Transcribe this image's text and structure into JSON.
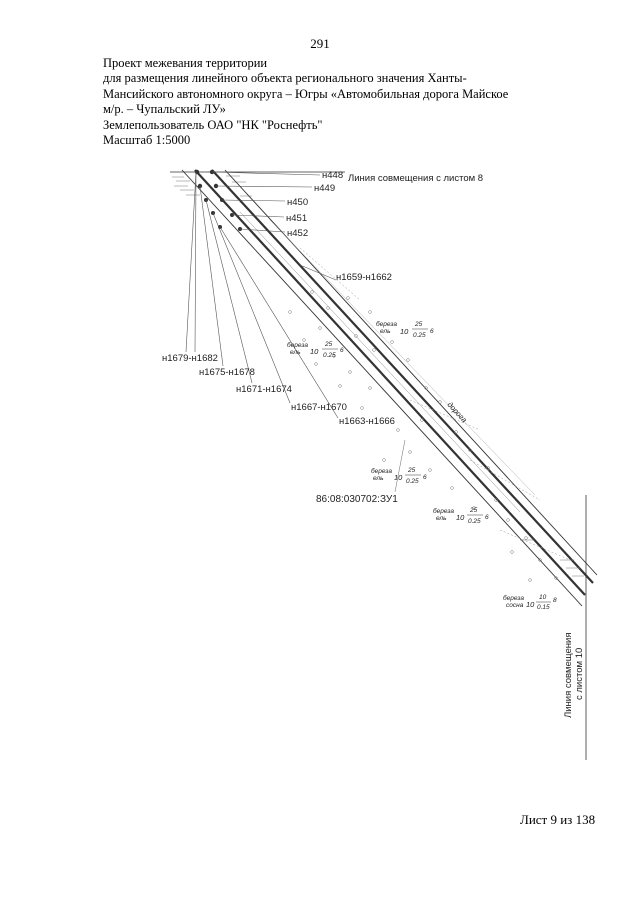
{
  "page_number": "291",
  "header": {
    "lines": [
      "Проект межевания территории",
      "для размещения линейного объекта регионального значения Ханты-",
      "Мансийского автономного округа – Югры  «Автомобильная дорога Майское",
      "м/р. – Чупальский ЛУ»",
      "Землепользователь ОАО \"НК \"Роснефть\"",
      "Масштаб 1:5000"
    ]
  },
  "drawing": {
    "junction_line_top": "Линия совмещения с листом 8",
    "junction_line_bottom": [
      "Линия совмещения",
      "с листом 10"
    ],
    "point_labels": {
      "n448": "н448",
      "n449": "н449",
      "n450": "н450",
      "n451": "н451",
      "n452": "н452",
      "n1659": "н1659-н1662",
      "n1663": "н1663-н1666",
      "n1667": "н1667-н1670",
      "n1671": "н1671-н1674",
      "n1675": "н1675-н1678",
      "n1679": "н1679-н1682"
    },
    "road_label": "дорога",
    "cadastral_number": "86:08:030702:ЗУ1",
    "forest_notes": [
      {
        "species": [
          "береза",
          "ель"
        ],
        "code": "10",
        "num": "25",
        "den": "0.25",
        "suffix": "6"
      },
      {
        "species": [
          "береза",
          "ель"
        ],
        "code": "10",
        "num": "25",
        "den": "0.25",
        "suffix": "6"
      },
      {
        "species": [
          "береза",
          "ель"
        ],
        "code": "10",
        "num": "25",
        "den": "0.25",
        "suffix": "6"
      },
      {
        "species": [
          "береза",
          "ель"
        ],
        "code": "10",
        "num": "25",
        "den": "0.25",
        "suffix": "6"
      },
      {
        "species": [
          "береза",
          "сосна"
        ],
        "code": "10",
        "num": "10",
        "den": "0.15",
        "suffix": "8"
      }
    ]
  },
  "footer": {
    "sheet": "Лист 9 из 138"
  }
}
